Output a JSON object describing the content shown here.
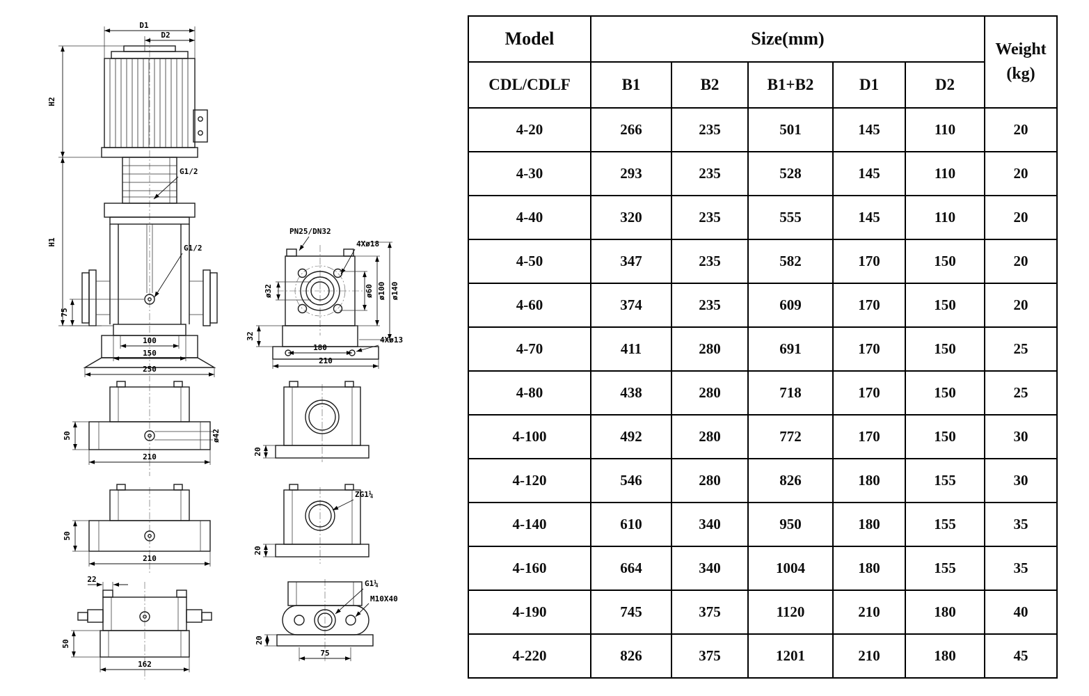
{
  "table": {
    "header": {
      "model": "Model",
      "size": "Size(mm)",
      "weight_line1": "Weight",
      "weight_line2": "(kg)",
      "columns": [
        "CDL/CDLF",
        "B1",
        "B2",
        "B1+B2",
        "D1",
        "D2"
      ]
    },
    "rows": [
      [
        "4-20",
        "266",
        "235",
        "501",
        "145",
        "110",
        "20"
      ],
      [
        "4-30",
        "293",
        "235",
        "528",
        "145",
        "110",
        "20"
      ],
      [
        "4-40",
        "320",
        "235",
        "555",
        "145",
        "110",
        "20"
      ],
      [
        "4-50",
        "347",
        "235",
        "582",
        "170",
        "150",
        "20"
      ],
      [
        "4-60",
        "374",
        "235",
        "609",
        "170",
        "150",
        "20"
      ],
      [
        "4-70",
        "411",
        "280",
        "691",
        "170",
        "150",
        "25"
      ],
      [
        "4-80",
        "438",
        "280",
        "718",
        "170",
        "150",
        "25"
      ],
      [
        "4-100",
        "492",
        "280",
        "772",
        "170",
        "150",
        "30"
      ],
      [
        "4-120",
        "546",
        "280",
        "826",
        "180",
        "155",
        "30"
      ],
      [
        "4-140",
        "610",
        "340",
        "950",
        "180",
        "155",
        "35"
      ],
      [
        "4-160",
        "664",
        "340",
        "1004",
        "180",
        "155",
        "35"
      ],
      [
        "4-190",
        "745",
        "375",
        "1120",
        "210",
        "180",
        "40"
      ],
      [
        "4-220",
        "826",
        "375",
        "1201",
        "210",
        "180",
        "45"
      ]
    ]
  },
  "drawing": {
    "front_view": {
      "d1": "D1",
      "d2": "D2",
      "h1": "H1",
      "h2": "H2",
      "g12_upper": "G1/2",
      "g12_lower": "G1/2",
      "dim75": "75",
      "dim100": "100",
      "dim150": "150",
      "dim250": "250"
    },
    "flange_view": {
      "pn": "PN25/DN32",
      "holes_top": "4Xø18",
      "dia32": "ø32",
      "dia60": "ø60",
      "dia100": "ø100",
      "dia140": "ø140",
      "dim32": "32",
      "dim180": "180",
      "dim210": "210",
      "holes_bottom": "4Xø13"
    },
    "base_view_1": {
      "dim50": "50",
      "dim210": "210",
      "dia42": "ø42"
    },
    "port_view_1": {
      "dim20": "20"
    },
    "base_view_2": {
      "dim50": "50",
      "dim210": "210"
    },
    "port_view_2": {
      "thread": "ZG1¼",
      "dim20": "20"
    },
    "base_view_3": {
      "dim22": "22",
      "dim50": "50",
      "dim162": "162"
    },
    "port_view_3": {
      "thread": "G1¼",
      "bolt": "M10X40",
      "dim20": "20",
      "dim75": "75"
    }
  }
}
